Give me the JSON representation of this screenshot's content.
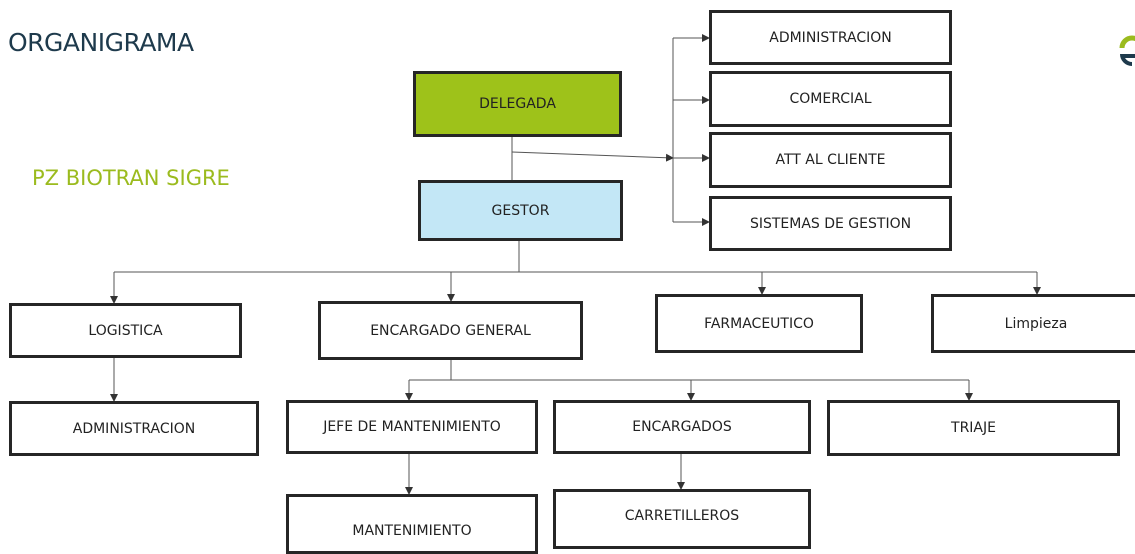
{
  "title": "ORGANIGRAMA",
  "subtitle": "PZ BIOTRAN SIGRE",
  "colors": {
    "title": "#1e3a4c",
    "subtitle": "#9bbb1e",
    "delegada": "#9ec21a",
    "gestor": "#c3e7f6",
    "logo": "#9bbb1e"
  },
  "nodes": {
    "delegada": "DELEGADA",
    "gestor": "GESTOR",
    "administracion_top": "ADMINISTRACION",
    "comercial": "COMERCIAL",
    "att_cliente": "ATT AL CLIENTE",
    "sistemas_gestion": "SISTEMAS DE GESTION",
    "logistica": "LOGISTICA",
    "encargado_general": "ENCARGADO GENERAL",
    "farmaceutico": "FARMACEUTICO",
    "limpieza": "Limpieza",
    "administracion_bottom": "ADMINISTRACION",
    "jefe_mantenimiento": "JEFE DE MANTENIMIENTO",
    "encargados": "ENCARGADOS",
    "triaje": "TRIAJE",
    "mantenimiento": "MANTENIMIENTO",
    "carretilleros": "CARRETILLEROS"
  }
}
